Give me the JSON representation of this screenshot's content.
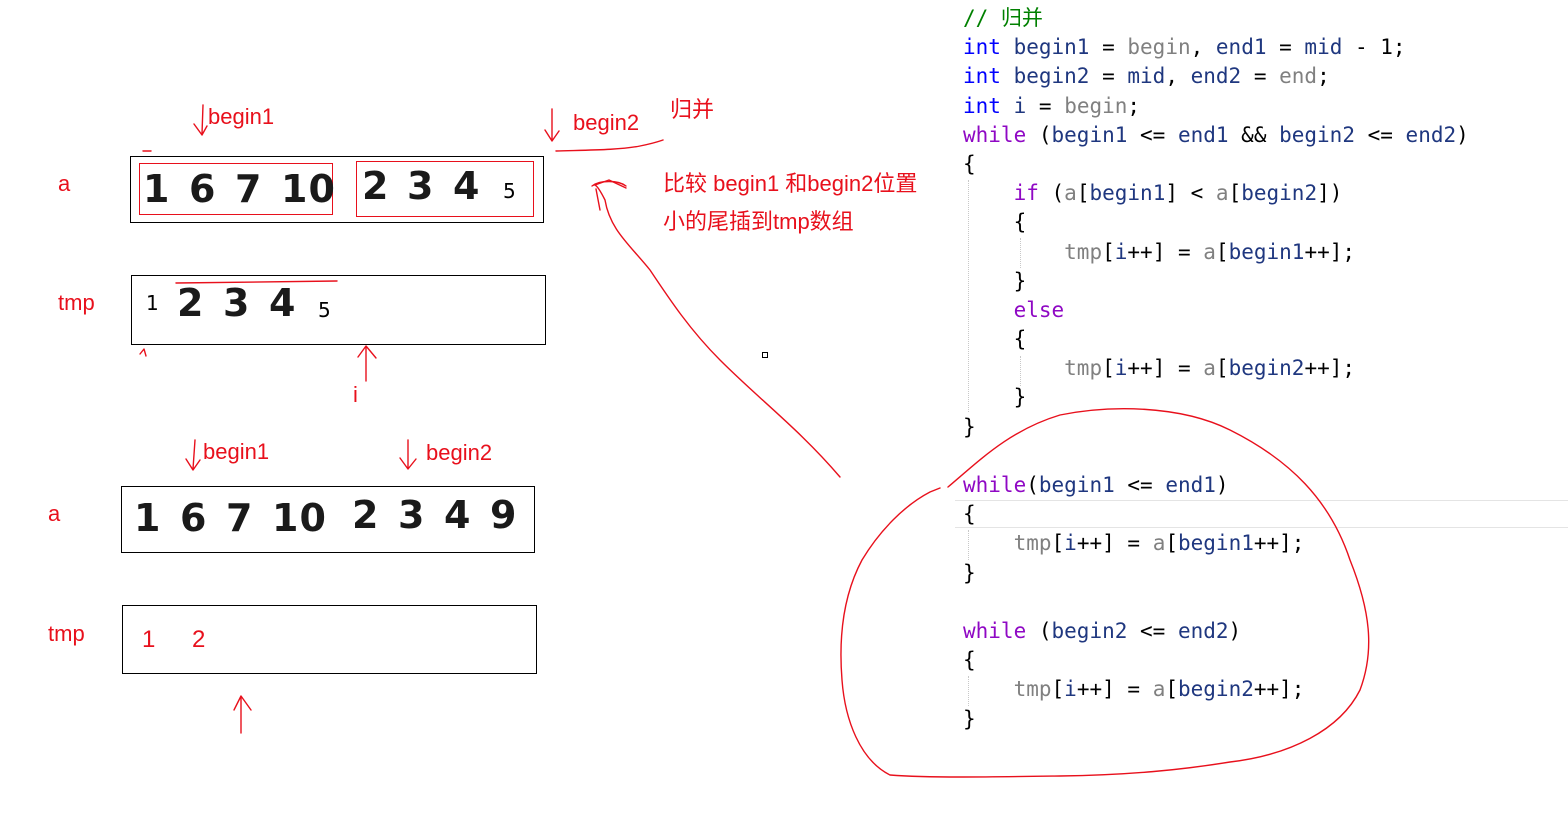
{
  "left": {
    "section1": {
      "begin1_label": "begin1",
      "begin2_label": "begin2",
      "merge_label": "归并",
      "a_label": "a",
      "tmp_label": "tmp",
      "i_label": "i",
      "array_a_run1": [
        "1",
        "6",
        "7",
        "10"
      ],
      "array_a_run2": [
        "2",
        "3",
        "4"
      ],
      "array_a_run2_small": "5",
      "tmp_first_small": "1",
      "tmp_values": [
        "2",
        "3",
        "4"
      ],
      "tmp_last_small": "5",
      "note_line1": "比较 begin1 和begin2位置",
      "note_line2": "小的尾插到tmp数组"
    },
    "section2": {
      "begin1_label": "begin1",
      "begin2_label": "begin2",
      "a_label": "a",
      "tmp_label": "tmp",
      "array_a_values": [
        "1",
        "6",
        "7",
        "10",
        "2",
        "3",
        "4",
        "9"
      ],
      "tmp_values": [
        "1",
        "2"
      ]
    }
  },
  "code": {
    "lines": [
      [
        {
          "t": "// 归并",
          "c": "cm"
        }
      ],
      [
        {
          "t": "int",
          "c": "kw"
        },
        {
          "t": " "
        },
        {
          "t": "begin1",
          "c": "id"
        },
        {
          "t": " = "
        },
        {
          "t": "begin",
          "c": "gr"
        },
        {
          "t": ", "
        },
        {
          "t": "end1",
          "c": "id"
        },
        {
          "t": " = "
        },
        {
          "t": "mid",
          "c": "id"
        },
        {
          "t": " - 1;"
        }
      ],
      [
        {
          "t": "int",
          "c": "kw"
        },
        {
          "t": " "
        },
        {
          "t": "begin2",
          "c": "id"
        },
        {
          "t": " = "
        },
        {
          "t": "mid",
          "c": "id"
        },
        {
          "t": ", "
        },
        {
          "t": "end2",
          "c": "id"
        },
        {
          "t": " = "
        },
        {
          "t": "end",
          "c": "gr"
        },
        {
          "t": ";"
        }
      ],
      [
        {
          "t": "int",
          "c": "kw"
        },
        {
          "t": " "
        },
        {
          "t": "i",
          "c": "id"
        },
        {
          "t": " = "
        },
        {
          "t": "begin",
          "c": "gr"
        },
        {
          "t": ";"
        }
      ],
      [
        {
          "t": "while",
          "c": "ctl"
        },
        {
          "t": " ("
        },
        {
          "t": "begin1",
          "c": "id"
        },
        {
          "t": " <= "
        },
        {
          "t": "end1",
          "c": "id"
        },
        {
          "t": " && "
        },
        {
          "t": "begin2",
          "c": "id"
        },
        {
          "t": " <= "
        },
        {
          "t": "end2",
          "c": "id"
        },
        {
          "t": ")"
        }
      ],
      [
        {
          "t": "{"
        }
      ],
      [
        {
          "t": "    "
        },
        {
          "t": "if",
          "c": "ctl"
        },
        {
          "t": " ("
        },
        {
          "t": "a",
          "c": "gr"
        },
        {
          "t": "["
        },
        {
          "t": "begin1",
          "c": "id"
        },
        {
          "t": "] < "
        },
        {
          "t": "a",
          "c": "gr"
        },
        {
          "t": "["
        },
        {
          "t": "begin2",
          "c": "id"
        },
        {
          "t": "])"
        }
      ],
      [
        {
          "t": "    {"
        }
      ],
      [
        {
          "t": "        "
        },
        {
          "t": "tmp",
          "c": "gr"
        },
        {
          "t": "["
        },
        {
          "t": "i",
          "c": "id"
        },
        {
          "t": "++] = "
        },
        {
          "t": "a",
          "c": "gr"
        },
        {
          "t": "["
        },
        {
          "t": "begin1",
          "c": "id"
        },
        {
          "t": "++];"
        }
      ],
      [
        {
          "t": "    }"
        }
      ],
      [
        {
          "t": "    "
        },
        {
          "t": "else",
          "c": "ctl"
        }
      ],
      [
        {
          "t": "    {"
        }
      ],
      [
        {
          "t": "        "
        },
        {
          "t": "tmp",
          "c": "gr"
        },
        {
          "t": "["
        },
        {
          "t": "i",
          "c": "id"
        },
        {
          "t": "++] = "
        },
        {
          "t": "a",
          "c": "gr"
        },
        {
          "t": "["
        },
        {
          "t": "begin2",
          "c": "id"
        },
        {
          "t": "++];"
        }
      ],
      [
        {
          "t": "    }"
        }
      ],
      [
        {
          "t": "}"
        }
      ],
      [
        {
          "t": ""
        }
      ],
      [
        {
          "t": "while",
          "c": "ctl"
        },
        {
          "t": "("
        },
        {
          "t": "begin1",
          "c": "id"
        },
        {
          "t": " <= "
        },
        {
          "t": "end1",
          "c": "id"
        },
        {
          "t": ")"
        }
      ],
      [
        {
          "t": "{"
        }
      ],
      [
        {
          "t": "    "
        },
        {
          "t": "tmp",
          "c": "gr"
        },
        {
          "t": "["
        },
        {
          "t": "i",
          "c": "id"
        },
        {
          "t": "++] = "
        },
        {
          "t": "a",
          "c": "gr"
        },
        {
          "t": "["
        },
        {
          "t": "begin1",
          "c": "id"
        },
        {
          "t": "++];"
        }
      ],
      [
        {
          "t": "}"
        }
      ],
      [
        {
          "t": ""
        }
      ],
      [
        {
          "t": "while",
          "c": "ctl"
        },
        {
          "t": " ("
        },
        {
          "t": "begin2",
          "c": "id"
        },
        {
          "t": " <= "
        },
        {
          "t": "end2",
          "c": "id"
        },
        {
          "t": ")"
        }
      ],
      [
        {
          "t": "{"
        }
      ],
      [
        {
          "t": "    "
        },
        {
          "t": "tmp",
          "c": "gr"
        },
        {
          "t": "["
        },
        {
          "t": "i",
          "c": "id"
        },
        {
          "t": "++] = "
        },
        {
          "t": "a",
          "c": "gr"
        },
        {
          "t": "["
        },
        {
          "t": "begin2",
          "c": "id"
        },
        {
          "t": "++];"
        }
      ],
      [
        {
          "t": "}"
        }
      ]
    ]
  },
  "colors": {
    "annotation_red": "#e8101c",
    "keyword_blue": "#0000ff",
    "control_purple": "#8f08c4",
    "identifier_navy": "#1f377f",
    "parameter_gray": "#808080",
    "comment_green": "#008000"
  }
}
